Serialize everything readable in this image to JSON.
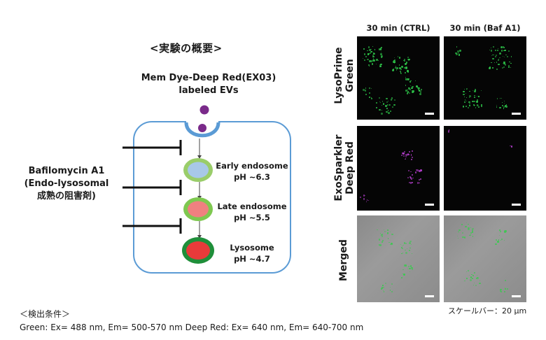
{
  "diagram": {
    "title": "<実験の概要>",
    "ev_label_line1": "Mem Dye-Deep Red(EX03)",
    "ev_label_line2": "labeled EVs",
    "inhibitor_line1": "Bafilomycin A1",
    "inhibitor_line2": "(Endo-lysosomal",
    "inhibitor_line3": "成熟の阻害剤)",
    "stages": [
      {
        "name": "Early endosome",
        "ph": "pH ~6.3",
        "inner_color": "#a8c8e8",
        "outer_color": "#9acd6a"
      },
      {
        "name": "Late endosome",
        "ph": "pH ~5.5",
        "inner_color": "#f08080",
        "outer_color": "#7ec850"
      },
      {
        "name": "Lysosome",
        "ph": "pH ~4.7",
        "inner_color": "#e83a3a",
        "outer_color": "#1f8f3a"
      }
    ],
    "ev_color": "#7a2a8a",
    "cell_border_color": "#5b9bd5"
  },
  "microscopy": {
    "columns": [
      "30 min (CTRL)",
      "30 min (Baf A1)"
    ],
    "rows": [
      {
        "line1": "LysoPrime",
        "line2": "Green",
        "channel_color": "#2ec84a"
      },
      {
        "line1": "ExoSparkler",
        "line2": "Deep Red",
        "channel_color": "#b03cc8"
      },
      {
        "line1": "Merged",
        "line2": "",
        "channel_color": "#3cc850"
      }
    ],
    "scale_note": "スケールバー：20 µm"
  },
  "conditions": {
    "title": "＜検出条件＞",
    "text": "Green: Ex= 488 nm, Em= 500-570 nm    Deep Red: Ex= 640 nm, Em= 640-700 nm"
  }
}
